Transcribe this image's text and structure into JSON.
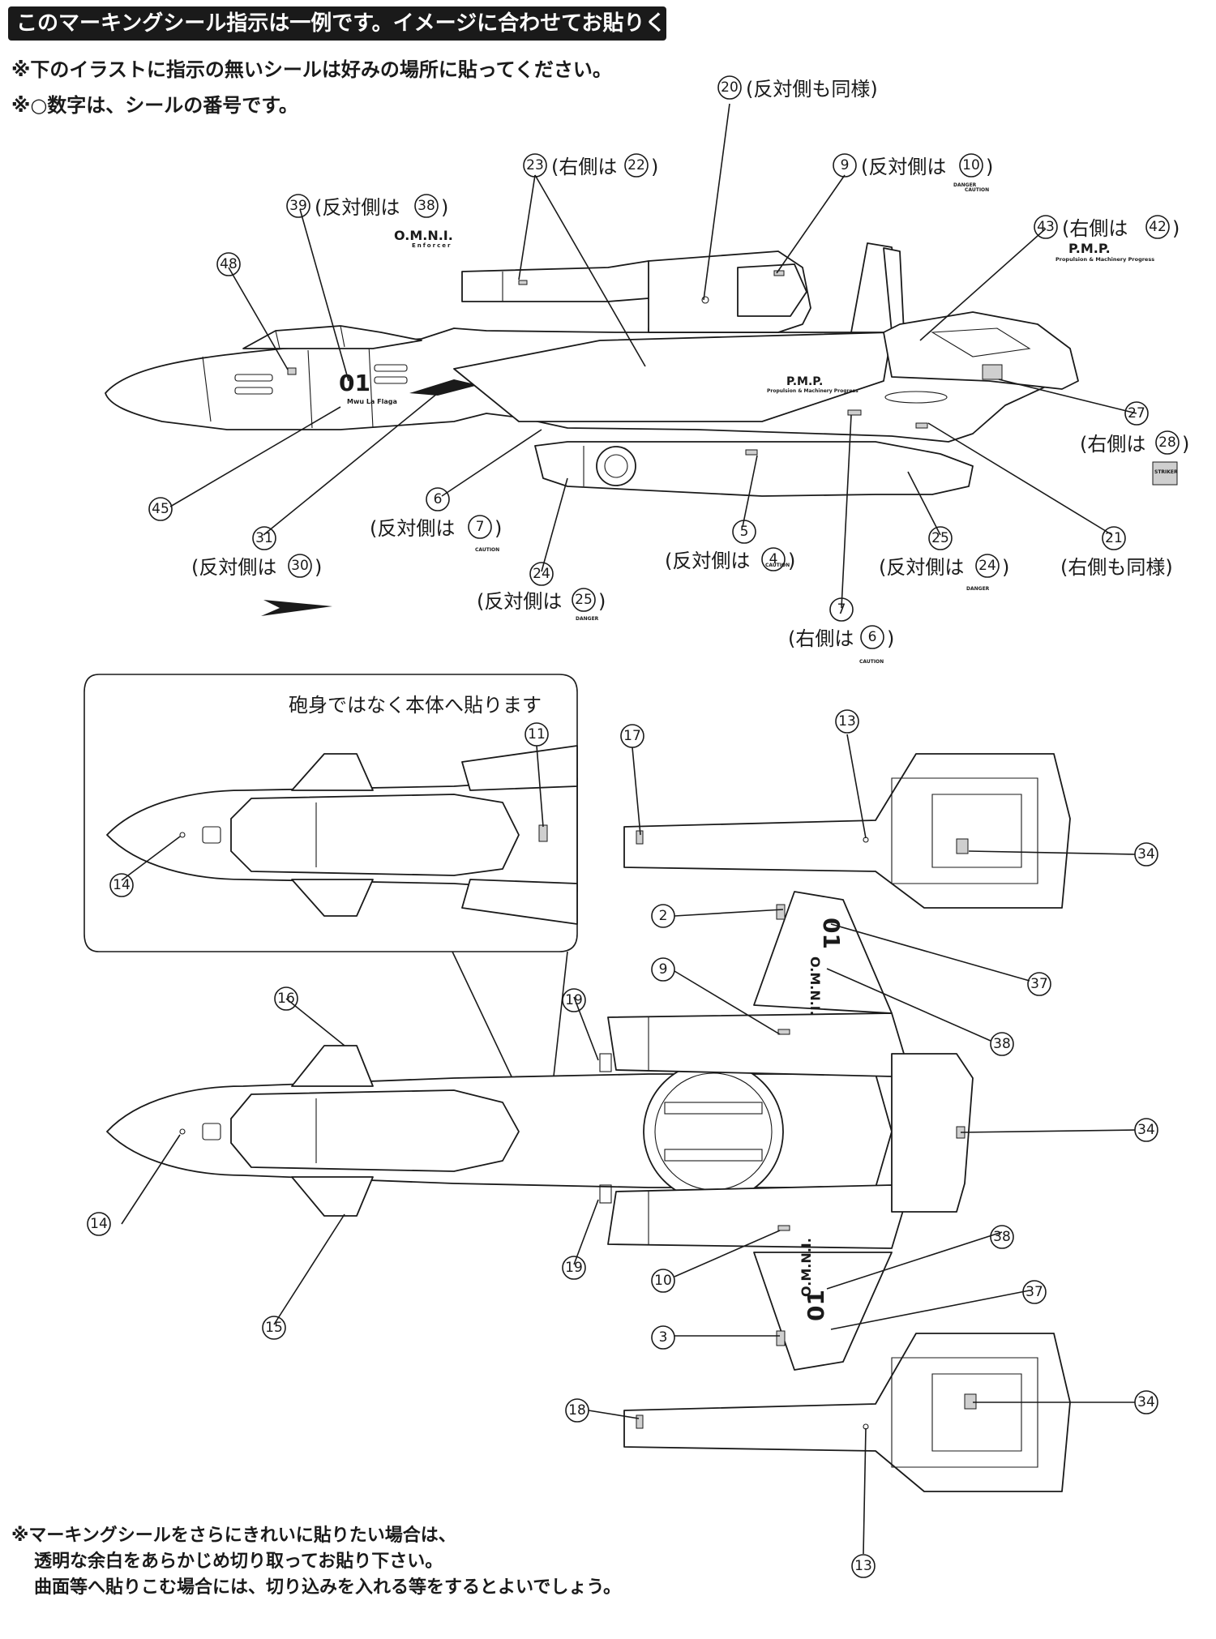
{
  "header": {
    "title": "このマーキングシール指示は一例です。イメージに合わせてお貼りください。"
  },
  "notes": [
    "※下のイラストに指示の無いシールは好みの場所に貼ってください。",
    "※○数字は、シールの番号です。"
  ],
  "side_view": {
    "callouts": [
      {
        "num": "20",
        "text": "(反対側も同様)"
      },
      {
        "num": "23",
        "text": "(右側は",
        "ref": "22",
        "close": ")"
      },
      {
        "num": "9",
        "text": "(反対側は",
        "ref": "10",
        "close": ")"
      },
      {
        "num": "39",
        "text": "(反対側は",
        "ref": "38",
        "close": ")"
      },
      {
        "num": "43",
        "text": "(右側は",
        "ref": "42",
        "close": ")"
      },
      {
        "num": "48"
      },
      {
        "num": "27"
      },
      {
        "text": "(右側は",
        "ref": "28",
        "close": ")"
      },
      {
        "num": "45"
      },
      {
        "num": "6"
      },
      {
        "text": "(反対側は",
        "ref": "7",
        "close": ")"
      },
      {
        "num": "31"
      },
      {
        "text": "(反対側は",
        "ref": "30",
        "close": ")"
      },
      {
        "num": "5"
      },
      {
        "text": "(反対側は",
        "ref": "4",
        "close": ")"
      },
      {
        "num": "25"
      },
      {
        "text": "(反対側は",
        "ref": "24",
        "close": ")"
      },
      {
        "num": "21"
      },
      {
        "text": "(右側も同様)"
      },
      {
        "num": "24"
      },
      {
        "text": "(反対側は",
        "ref": "25",
        "close": ")"
      },
      {
        "num": "7"
      },
      {
        "text": "(右側は",
        "ref": "6",
        "close": ")"
      }
    ],
    "decal_text": {
      "omni": "O.M.N.I.",
      "omni_sub": "Enforcer",
      "pmp": "P.M.P.",
      "pmp_sub": "Propulsion & Machinery Progress",
      "unit_no": "01",
      "pilot": "Mwu La Flaga",
      "danger": "DANGER",
      "caution": "CAUTION",
      "striker": "STRIKER"
    }
  },
  "top_view": {
    "inset_caption": "砲身ではなく本体へ貼ります",
    "callouts": [
      "11",
      "14",
      "13",
      "17",
      "34",
      "2",
      "37",
      "9",
      "38",
      "19",
      "16",
      "34",
      "14",
      "19",
      "10",
      "38",
      "15",
      "37",
      "3",
      "18",
      "34",
      "13"
    ]
  },
  "footer": [
    "※マーキングシールをさらにきれいに貼りたい場合は、",
    "透明な余白をあらかじめ切り取ってお貼り下さい。",
    "曲面等へ貼りこむ場合には、切り込みを入れる等をするとよいでしょう。"
  ]
}
